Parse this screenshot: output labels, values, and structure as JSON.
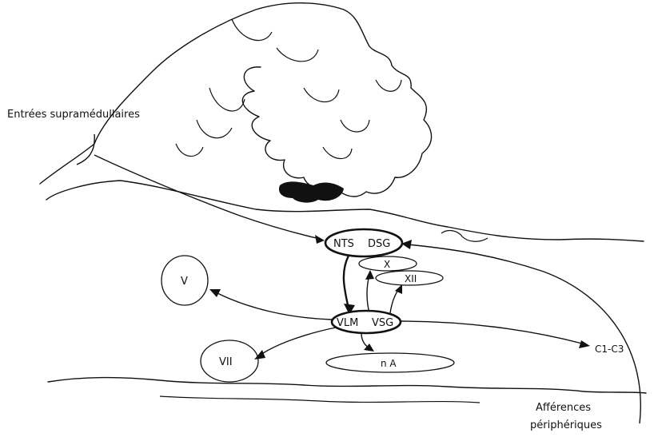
{
  "labels": {
    "supramedullary_inputs": "Entrées supramédullaires",
    "peripheral_afferents_line1": "Afférences",
    "peripheral_afferents_line2": "périphériques",
    "cervical": "C1-C3"
  },
  "nuclei": {
    "nts": "NTS",
    "dsg": "DSG",
    "x": "X",
    "xii": "XII",
    "vlm": "VLM",
    "vsg": "VSG",
    "v": "V",
    "vii": "VII",
    "na": "n A"
  },
  "colors": {
    "ink": "#111111",
    "background": "#ffffff"
  }
}
